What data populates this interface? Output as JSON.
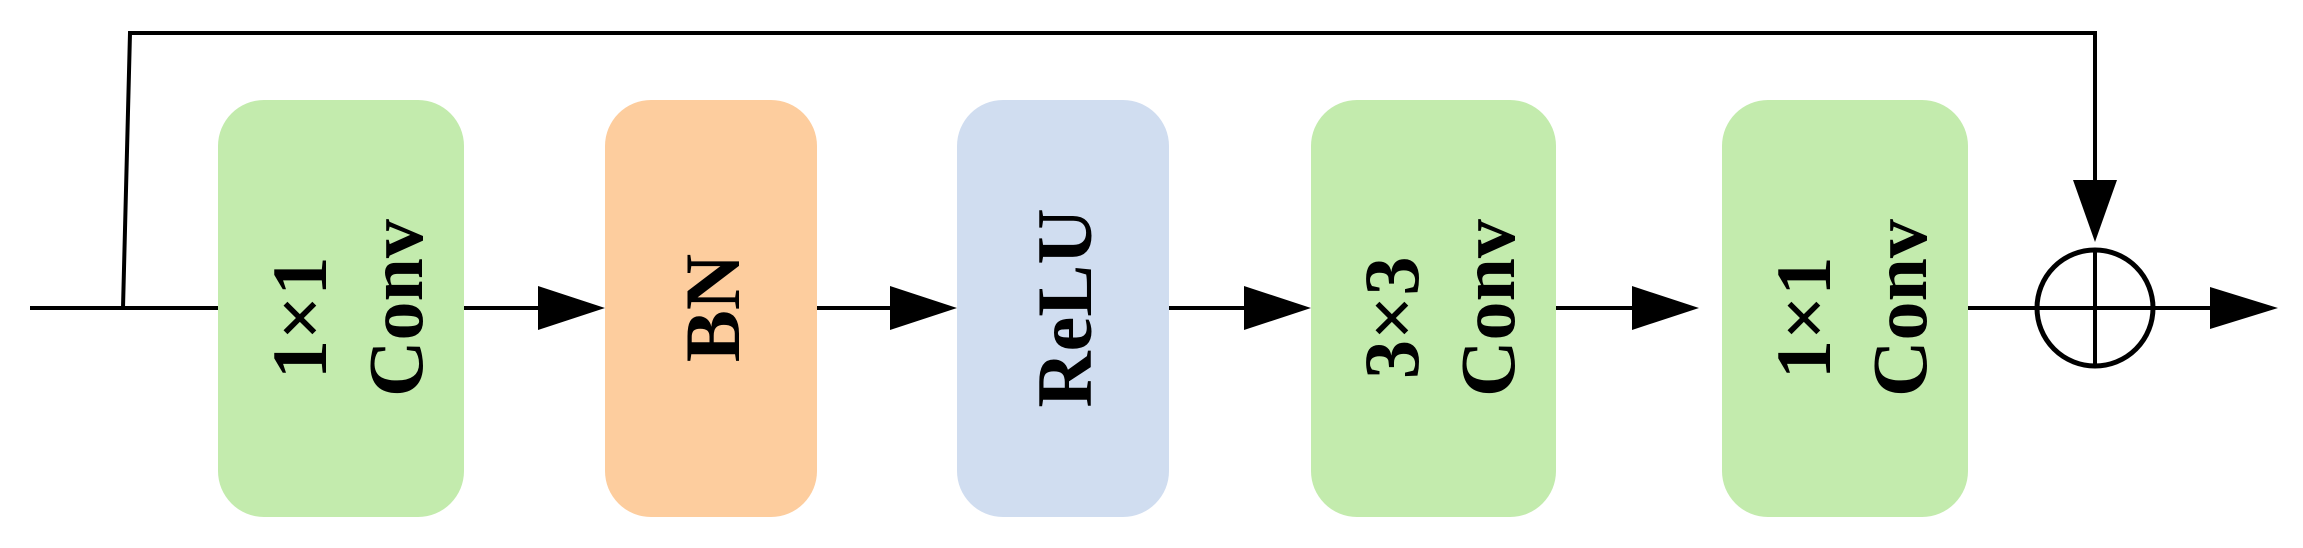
{
  "diagram": {
    "blocks": [
      {
        "lines": [
          "1×1",
          "Conv"
        ],
        "color": "#c3ebad"
      },
      {
        "lines": [
          "BN"
        ],
        "color": "#fdcd9e"
      },
      {
        "lines": [
          "ReLU"
        ],
        "color": "#d0ddf0"
      },
      {
        "lines": [
          "3×3",
          "Conv"
        ],
        "color": "#c3ebad"
      },
      {
        "lines": [
          "1×1",
          "Conv"
        ],
        "color": "#c3ebad"
      }
    ],
    "line_color": "#000000"
  }
}
